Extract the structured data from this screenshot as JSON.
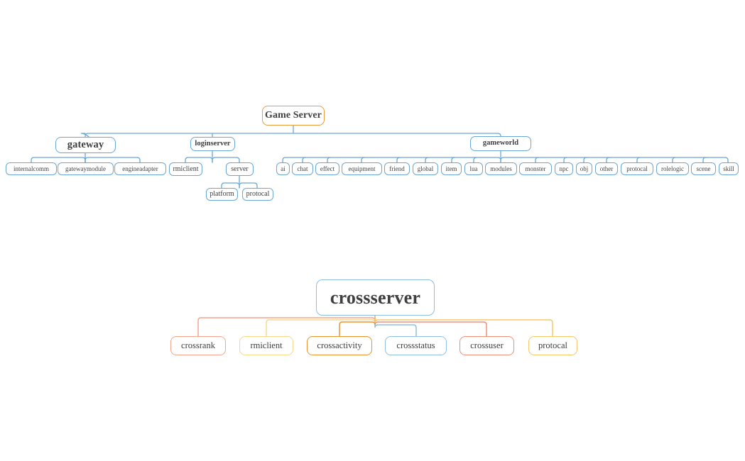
{
  "palette": {
    "blue": "#6aa7d4",
    "blue_light": "#8fc0e0",
    "orange": "#e89c3c",
    "orange_strong": "#e8952f",
    "salmon": "#f08f78",
    "salmon_soft": "#f5a48e",
    "yellow": "#f5c96a",
    "yellow_soft": "#f8d98b",
    "text": "#3f3f3f",
    "background": "#ffffff"
  },
  "diagram_top": {
    "root": {
      "label": "Game Server",
      "color": "orange"
    },
    "branches": [
      {
        "label": "gateway",
        "children": [
          {
            "label": "internalcomm"
          },
          {
            "label": "gatewaymodule"
          },
          {
            "label": "engineadapter"
          }
        ]
      },
      {
        "label": "loginserver",
        "children": [
          {
            "label": "rmiclient"
          },
          {
            "label": "server",
            "children": [
              {
                "label": "platform"
              },
              {
                "label": "protocal"
              }
            ]
          }
        ]
      },
      {
        "label": "gameworld",
        "children": [
          {
            "label": "ai"
          },
          {
            "label": "chat"
          },
          {
            "label": "effect"
          },
          {
            "label": "equipment"
          },
          {
            "label": "friend"
          },
          {
            "label": "global"
          },
          {
            "label": "item"
          },
          {
            "label": "lua"
          },
          {
            "label": "modules"
          },
          {
            "label": "monster"
          },
          {
            "label": "npc"
          },
          {
            "label": "obj"
          },
          {
            "label": "other"
          },
          {
            "label": "protocal"
          },
          {
            "label": "rolelogic"
          },
          {
            "label": "scene"
          },
          {
            "label": "skill"
          }
        ]
      }
    ]
  },
  "diagram_bottom": {
    "root": {
      "label": "crossserver",
      "color": "blue_light"
    },
    "children": [
      {
        "label": "crossrank",
        "color": "salmon_soft"
      },
      {
        "label": "rmiclient",
        "color": "yellow_soft"
      },
      {
        "label": "crossactivity",
        "color": "orange_strong"
      },
      {
        "label": "crossstatus",
        "color": "blue_light"
      },
      {
        "label": "crossuser",
        "color": "salmon"
      },
      {
        "label": "protocal",
        "color": "yellow"
      }
    ]
  }
}
